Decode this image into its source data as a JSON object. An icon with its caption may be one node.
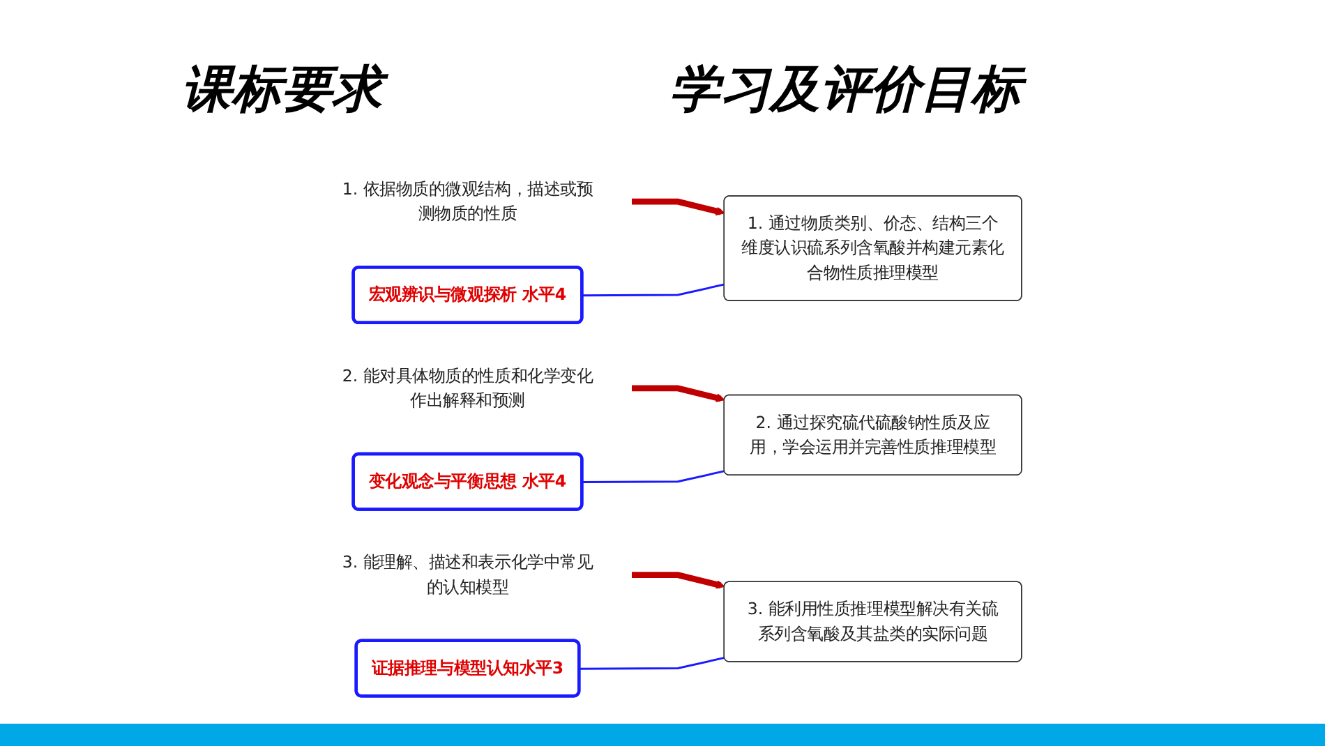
{
  "diagram": {
    "nodes": [
      {
        "text": [
          "宏观辨识与微观探析 水平4"
        ]
      },
      {
        "text": [
          "1. 依据物质的微观结构，描述或预测物质的性质"
        ]
      },
      {
        "text": [
          "1. 通过物质类别、价态、结构三个维度认识硫系列含氧酸并构建元素化合物性质推理模型"
        ]
      },
      {
        "text": [
          "变化观念与平衡思想 水平4"
        ]
      },
      {
        "text": [
          "2. 能对具体物质的性质和化学变化作出解释和预测"
        ]
      },
      {
        "text": [
          "2. 通过探究硫代硫酸钠性质及应用，学会运用并完善性质推理模型"
        ]
      },
      {
        "text": [
          "证据推理与模型认知水平3"
        ]
      },
      {
        "text": [
          "3. 能理解、描述和表示化学中常见的认知模型"
        ]
      },
      {
        "text": [
          "3. 能利用性质推理模型解决有关硫系列含氧酸及其盐类的实际问题"
        ]
      }
    ],
    "edges": [
      {
        "from": 1,
        "to": 2,
        "arrow": "to",
        "style": "thick",
        "color": "#c00000"
      },
      {
        "from": 0,
        "to": 2,
        "arrow": "none",
        "color": "#1a1aff"
      },
      {
        "from": 4,
        "to": 5,
        "arrow": "to",
        "style": "thick",
        "color": "#c00000"
      },
      {
        "from": 3,
        "to": 5,
        "arrow": "none",
        "color": "#1a1aff"
      },
      {
        "from": 7,
        "to": 8,
        "arrow": "to",
        "style": "thick",
        "color": "#c00000"
      },
      {
        "from": 6,
        "to": 8,
        "arrow": "none",
        "color": "#1a1aff"
      }
    ],
    "labels": [
      "课标要求",
      "学习及评价目标"
    ]
  }
}
